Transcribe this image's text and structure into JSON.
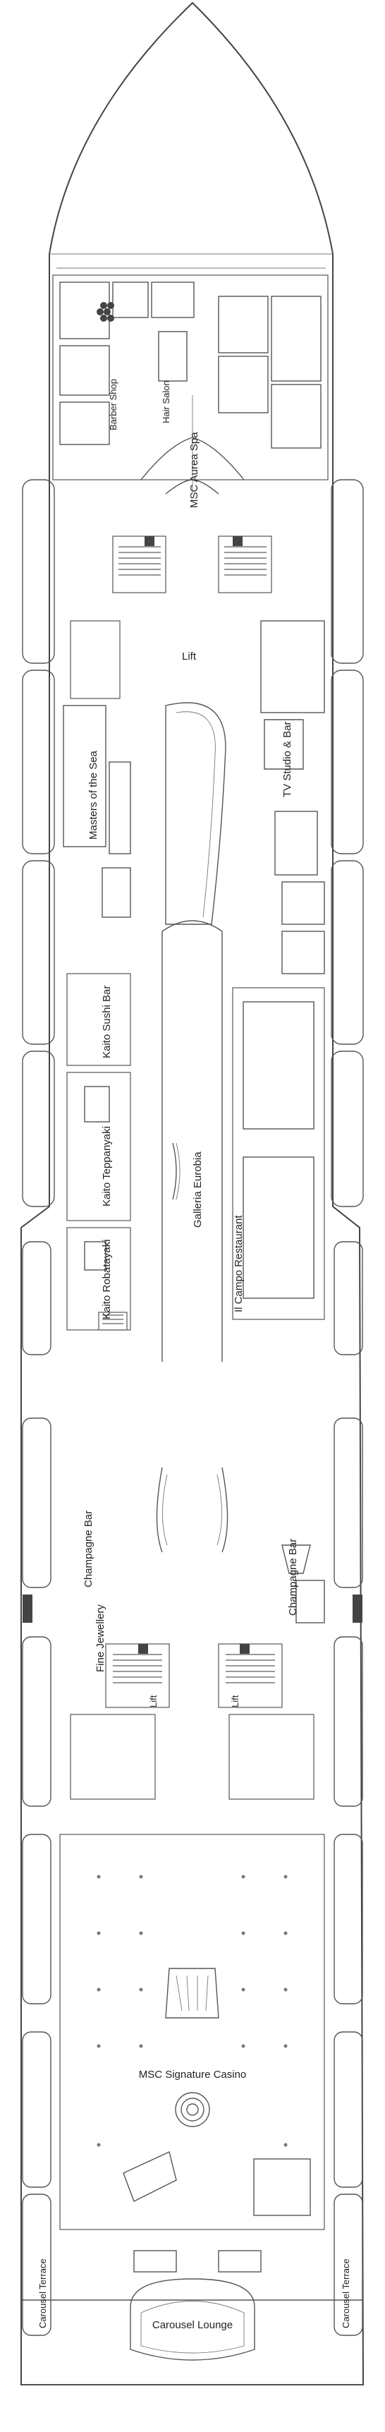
{
  "labels": {
    "barber_shop": "Barber Shop",
    "hair_salon": "Hair Salon",
    "aurea_spa": "MSC Aurea Spa",
    "lift_fore": "Lift",
    "masters_of_the_sea": "Masters of the Sea",
    "tv_studio_bar": "TV Studio & Bar",
    "kaito_sushi_bar": "Kaito Sushi Bar",
    "kaito_teppanyaki": "Kaito Teppanyaki",
    "kaito_robatayaki": "Kaito Robatayaki",
    "galleria_eurobia": "Galleria Eurobia",
    "il_campo_restaurant": "Il Campo Restaurant",
    "champagne_bar_left": "Champagne Bar",
    "champagne_bar_right": "Champagne Bar",
    "fine_jewellery": "Fine Jewellery",
    "lift_mid_left": "Lift",
    "lift_mid_right": "Lift",
    "signature_casino": "MSC Signature Casino",
    "carousel_terrace_left": "Carousel Terrace",
    "carousel_terrace_right": "Carousel Terrace",
    "carousel_lounge": "Carousel Lounge"
  }
}
